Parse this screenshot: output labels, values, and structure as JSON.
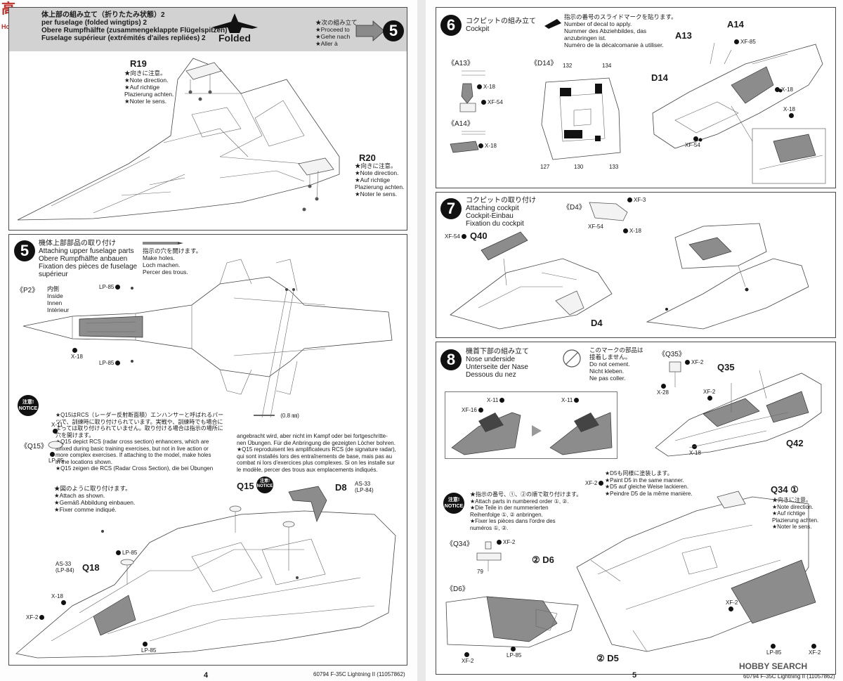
{
  "watermark": {
    "top_left_lines": [
      "高",
      "Hobby"
    ],
    "bottom_right": "HOBBY SEARCH"
  },
  "step4": {
    "title_lines": [
      "体上部の組み立て（折りたたみ状態）2",
      "per fuselage (folded wingtips) 2",
      "Obere Rumpfhälfte (zusammengeklappte Flügelspitzen) 2",
      "Fuselage supérieur (extrémités d'ailes repliées) 2"
    ],
    "folded_label": "Folded",
    "proceed_lines": [
      "★次の組み立て",
      "★Proceed to",
      "★Gehe nach",
      "★Aller à"
    ],
    "proceed_step": "5",
    "parts": [
      {
        "ref": "R19",
        "note": [
          "★向きに注意。",
          "★Note direction.",
          "★Auf richtige",
          "Plazierung achten.",
          "★Noter le sens."
        ]
      },
      {
        "ref": "R20",
        "note": [
          "★向きに注意。",
          "★Note direction.",
          "★Auf richtige",
          "Plazierung achten.",
          "★Noter le sens."
        ]
      }
    ]
  },
  "step5": {
    "number": "5",
    "title_lines": [
      "機体上部部品の取り付け",
      "Attaching upper fuselage parts",
      "Obere Rumpfhälfte anbauen",
      "Fixation des pièces de fuselage",
      "supérieur"
    ],
    "hole_note": [
      "指示の穴を開けます。",
      "Make holes.",
      "Loch machen.",
      "Percer des trous."
    ],
    "p2_ref": "《P2》",
    "p2_note": [
      "内側",
      "Inside",
      "Innen",
      "Intérieur"
    ],
    "lp85_a": "LP-85",
    "lp85_b": "LP-85",
    "x18": "X-18",
    "drill_size": "(0.8 ㎜)",
    "notice": "注意!\nNOTICE",
    "notice_text_left": [
      "★Q15はRCS（レーダー反射断面積）エンハンサーと呼ばれるパー",
      "ツで、訓練時に取り付けられています。実戦や、訓練時でも場合に",
      "よっては取り付けられていません。取り付ける場合は指示の場所に",
      "穴を開けます。",
      "★Q15 depict RCS (radar cross section) enhancers, which are",
      "affixed during basic training exercises, but not in live action or",
      "more complex exercises. If attaching to the model, make holes",
      "in the locations shown.",
      "★Q15 zeigen die RCS (Radar Cross Section), die bei Übungen"
    ],
    "notice_text_right": [
      "angebracht wird, aber nicht im Kampf oder bei fortgeschritte-",
      "nen Übungen. Für die Anbringung die gezeigten Löcher bohren.",
      "★Q15 reproduisent les amplificateurs RCS (de signature radar),",
      "qui sont installés lors des entraînements de base, mais pas au",
      "combat ni lors d'exercices plus complexes. Si on les installe sur",
      "le modèle, percer des trous aux emplacements indiqués."
    ],
    "q15_ref": "《Q15》",
    "q15_x11": "X-11",
    "q15_lp85": "LP-85",
    "attach_note": [
      "★図のように取り付けます。",
      "★Attach as shown.",
      "★Gemäß Abbildung einbauen.",
      "★Fixer comme indiqué."
    ],
    "refs": {
      "q15": "Q15",
      "d8": "D8",
      "q18": "Q18"
    },
    "notice_small": "注意!\nNOTICE",
    "paints": {
      "as33_d8": "AS-33\n(LP-84)",
      "as33_q18": "AS-33\n(LP-84)",
      "lp85_1": "LP-85",
      "x18": "X-18",
      "xf2": "XF-2",
      "lp85_2": "LP-85"
    }
  },
  "step6": {
    "number": "6",
    "title_lines": [
      "コクピットの組み立て",
      "Cockpit"
    ],
    "decal_note": [
      "指示の番号のスライドマークを貼ります。",
      "Number of decal to apply.",
      "Nummer des Abziehbildes, das",
      "anzubringen ist.",
      "Numéro de la décalcomanie à utiliser."
    ],
    "a13_ref": "《A13》",
    "a14_ref": "《A14》",
    "d14_ref": "《D14》",
    "a13_paint1": "X-18",
    "a13_paint2": "XF-54",
    "a14_paint": "X-18",
    "decals": [
      "132",
      "134",
      "127",
      "130",
      "133"
    ],
    "refs": {
      "a13": "A13",
      "a14": "A14",
      "d14": "D14"
    },
    "paints": {
      "xf85": "XF-85",
      "x18_1": "X-18",
      "x18_2": "X-18",
      "xf54": "XF-54"
    }
  },
  "step7": {
    "number": "7",
    "title_lines": [
      "コクピットの取り付け",
      "Attaching cockpit",
      "Cockpit-Einbau",
      "Fixation du cockpit"
    ],
    "d4_ref": "《D4》",
    "paints": {
      "xf3": "XF-3",
      "xf54": "XF-54",
      "x18": "X-18",
      "xf54_q40": "XF-54"
    },
    "refs": {
      "q40": "Q40",
      "d4": "D4"
    }
  },
  "step8": {
    "number": "8",
    "title_lines": [
      "機首下部の組み立て",
      "Nose underside",
      "Unterseite der Nase",
      "Dessous du nez"
    ],
    "nocement_note": [
      "このマークの部品は",
      "接着しません。",
      "Do not cement.",
      "Nicht kleben.",
      "Ne pas coller."
    ],
    "q35_ref": "《Q35》",
    "paints": {
      "xf2": "XF-2",
      "x28": "X-28",
      "xf16": "XF-16",
      "x11a": "X-11",
      "x11b": "X-11",
      "xf2b": "XF-2",
      "x18": "X-18"
    },
    "refs": {
      "q35": "Q35",
      "q42": "Q42"
    },
    "notice": "注意!\nNOTICE",
    "order_note": [
      "★指示の番号、①、②の順で取り付けます。",
      "★Attach parts in numbered order ①, ②.",
      "★Die Teile in der nummerierten",
      "Reihenfolge ①, ② anbringen.",
      "★Fixer les pièces dans l'ordre des",
      "numéros ①, ②."
    ],
    "d5_paint_note": [
      "★D5も同様に塗装します。",
      "★Paint D5 in the same manner.",
      "★D5 auf gleiche Weise lackieren.",
      "★Peindre D5 de la même manière."
    ],
    "xf2_d5": "XF-2",
    "q34_label": "Q34 ①",
    "q34_note": [
      "★向きに注意。",
      "★Note direction.",
      "★Auf richtige",
      "Plazierung achten.",
      "★Noter le sens."
    ],
    "q34_ref": "《Q34》",
    "q34_paint": "XF-2",
    "q34_decal": "79",
    "d6_label": "② D6",
    "d5_label": "② D5",
    "d6_ref": "《D6》",
    "d6_paints": {
      "xf2": "XF-2",
      "lp85": "LP-85"
    },
    "d5_paints": {
      "xf2a": "XF-2",
      "lp85": "LP-85",
      "xf2b": "XF-2"
    }
  },
  "footer": {
    "left_page_number": "4",
    "right_page_number": "5",
    "left_caption": "60794 F-35C Lightning II (11057862)",
    "right_caption": "60794 F-35C Lightning II (11057862)"
  }
}
